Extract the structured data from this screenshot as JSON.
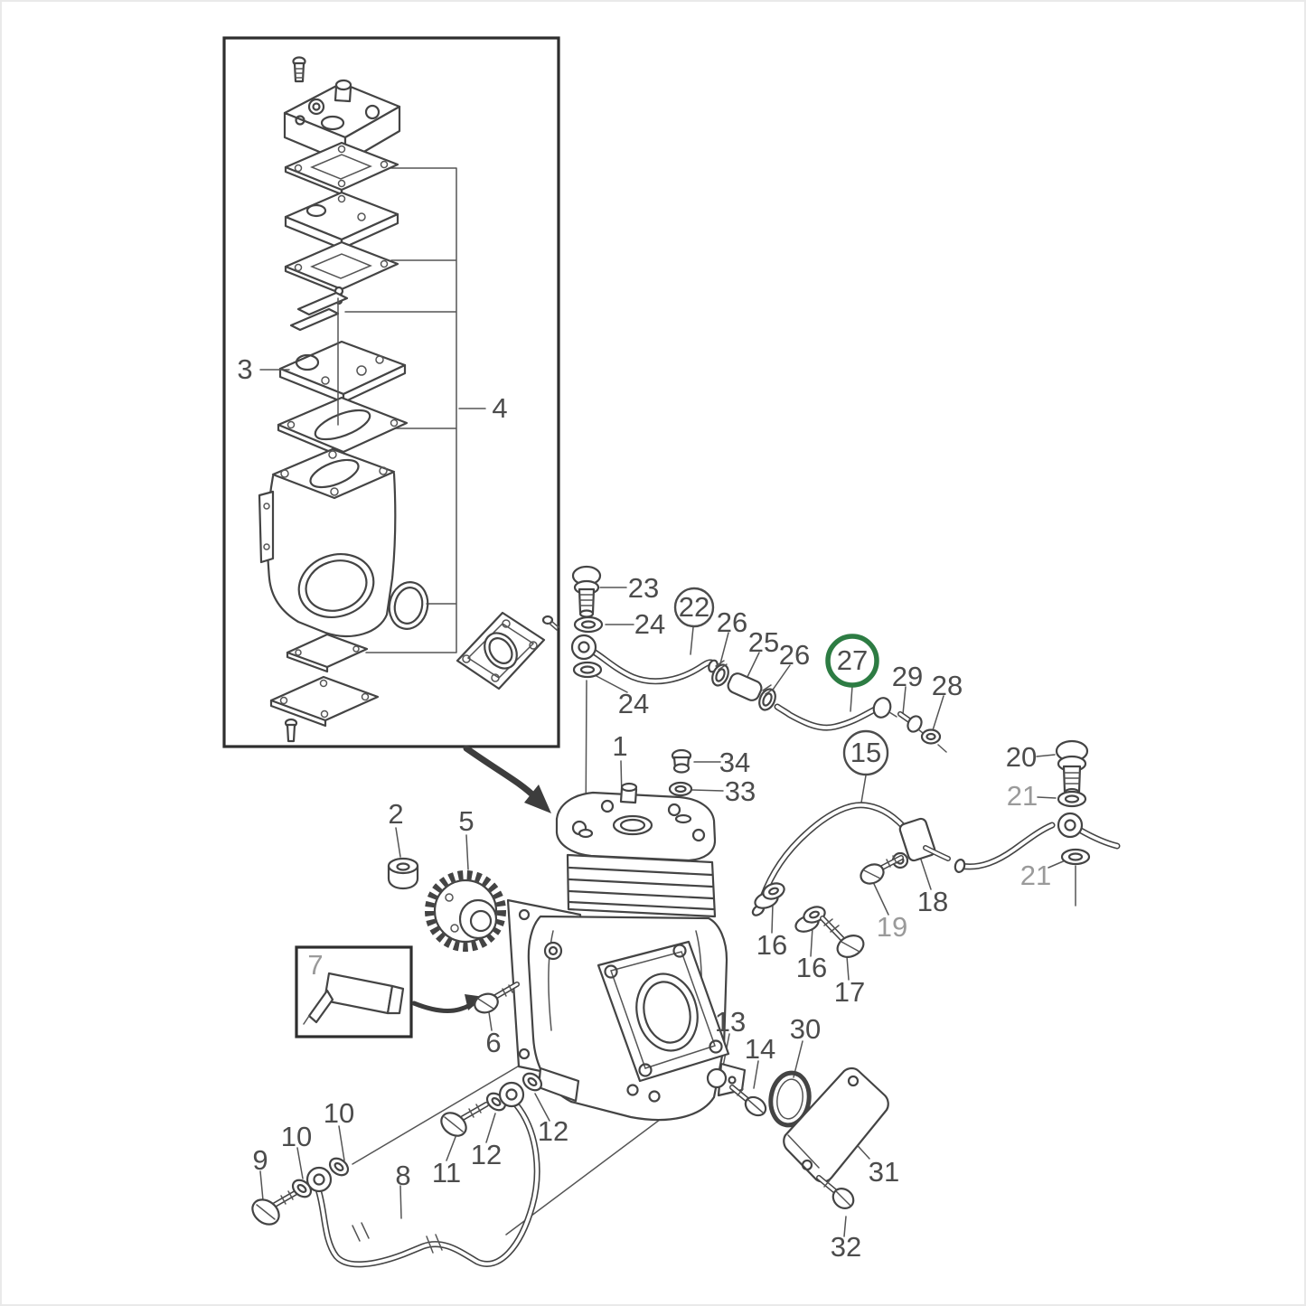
{
  "diagram": {
    "kind": "exploded-parts-diagram",
    "subject": "air-compressor assembly",
    "colors": {
      "background": "#ffffff",
      "line": "#444444",
      "label": "#4c4c4c",
      "muted_label": "#9a9a9a",
      "highlight": "#2d7c43"
    },
    "highlighted_part": "27",
    "circled_parts": [
      "22",
      "15",
      "27"
    ],
    "muted_parts": [
      "7",
      "19",
      "21"
    ],
    "labels": {
      "n1": "1",
      "n2": "2",
      "n3": "3",
      "n4": "4",
      "n5": "5",
      "n6": "6",
      "n7": "7",
      "n8": "8",
      "n9": "9",
      "n10": "10",
      "n11": "11",
      "n12": "12",
      "n13": "13",
      "n14": "14",
      "n15": "15",
      "n16": "16",
      "n17": "17",
      "n18": "18",
      "n19": "19",
      "n20": "20",
      "n21": "21",
      "n22": "22",
      "n23": "23",
      "n24": "24",
      "n25": "25",
      "n26": "26",
      "n27": "27",
      "n28": "28",
      "n29": "29",
      "n30": "30",
      "n31": "31",
      "n32": "32",
      "n33": "33",
      "n34": "34"
    }
  }
}
